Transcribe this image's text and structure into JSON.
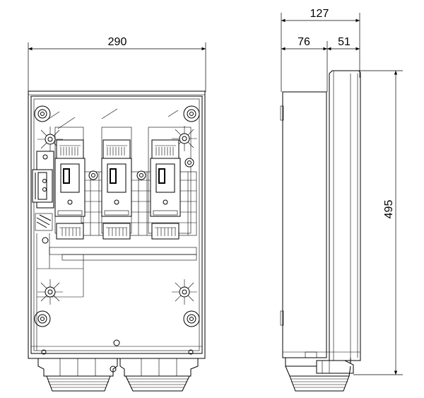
{
  "dimensions": {
    "front_width": "290",
    "side_total_depth": "127",
    "side_body_depth": "76",
    "side_cover_depth": "51",
    "height": "495"
  },
  "colors": {
    "line": "#000000",
    "background": "#ffffff",
    "glass_hatch": "#000000"
  }
}
